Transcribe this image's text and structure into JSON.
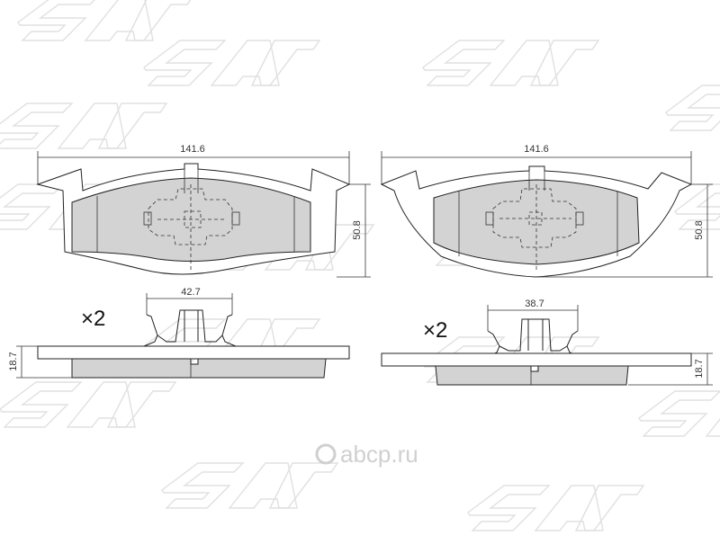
{
  "watermark": {
    "site": "abcp.ru",
    "color": "#d9d9d9"
  },
  "left_pad": {
    "width_label": "141.6",
    "height_label": "50.8",
    "clip_width_label": "42.7",
    "thickness_label": "18.7",
    "quantity_label": "×2"
  },
  "right_pad": {
    "width_label": "141.6",
    "height_label": "50.8",
    "clip_width_label": "38.7",
    "thickness_label": "18.7",
    "quantity_label": "×2"
  },
  "colors": {
    "friction": "#d3d3d3",
    "outline": "#222222",
    "background": "#ffffff"
  }
}
